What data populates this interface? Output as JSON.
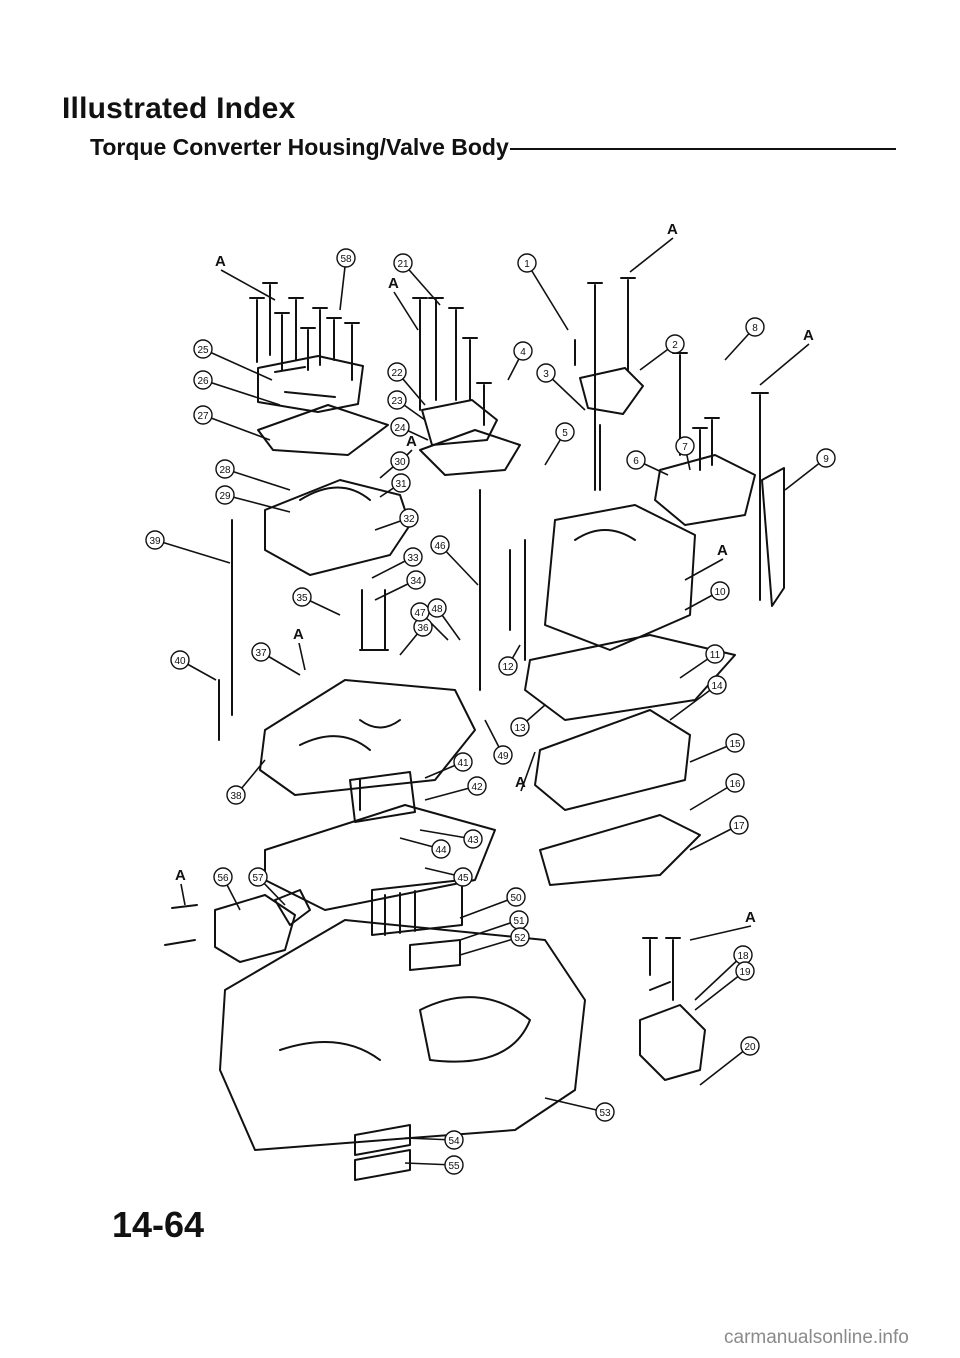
{
  "header": {
    "title": "Illustrated Index",
    "subtitle": "Torque Converter Housing/Valve Body"
  },
  "footer": {
    "page_number": "14-64",
    "watermark": "carmanualsonline.info"
  },
  "callouts": [
    "1",
    "2",
    "3",
    "4",
    "5",
    "6",
    "7",
    "8",
    "9",
    "10",
    "11",
    "12",
    "13",
    "14",
    "15",
    "16",
    "17",
    "18",
    "19",
    "20",
    "21",
    "22",
    "23",
    "24",
    "25",
    "26",
    "27",
    "28",
    "29",
    "30",
    "31",
    "32",
    "33",
    "34",
    "35",
    "36",
    "37",
    "38",
    "39",
    "40",
    "41",
    "42",
    "43",
    "44",
    "45",
    "46",
    "47",
    "48",
    "49",
    "50",
    "51",
    "52",
    "53",
    "54",
    "55",
    "56",
    "57",
    "58"
  ],
  "a_marker": "A"
}
